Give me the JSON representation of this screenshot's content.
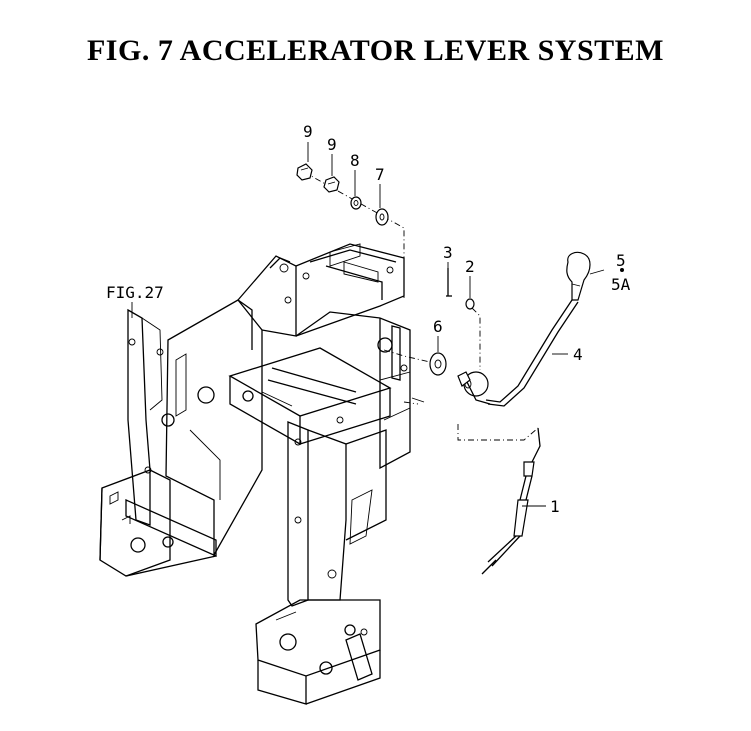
{
  "figure": {
    "title": "FIG. 7  ACCELERATOR LEVER SYSTEM"
  },
  "reference_label": "FIG.27",
  "callouts": [
    {
      "id": "c1",
      "text": "1"
    },
    {
      "id": "c2",
      "text": "2"
    },
    {
      "id": "c3",
      "text": "3"
    },
    {
      "id": "c4",
      "text": "4"
    },
    {
      "id": "c5",
      "text": "5"
    },
    {
      "id": "c5a",
      "text": "5A"
    },
    {
      "id": "c6",
      "text": "6"
    },
    {
      "id": "c7",
      "text": "7"
    },
    {
      "id": "c8",
      "text": "8"
    },
    {
      "id": "c9a",
      "text": "9"
    },
    {
      "id": "c9b",
      "text": "9"
    }
  ]
}
